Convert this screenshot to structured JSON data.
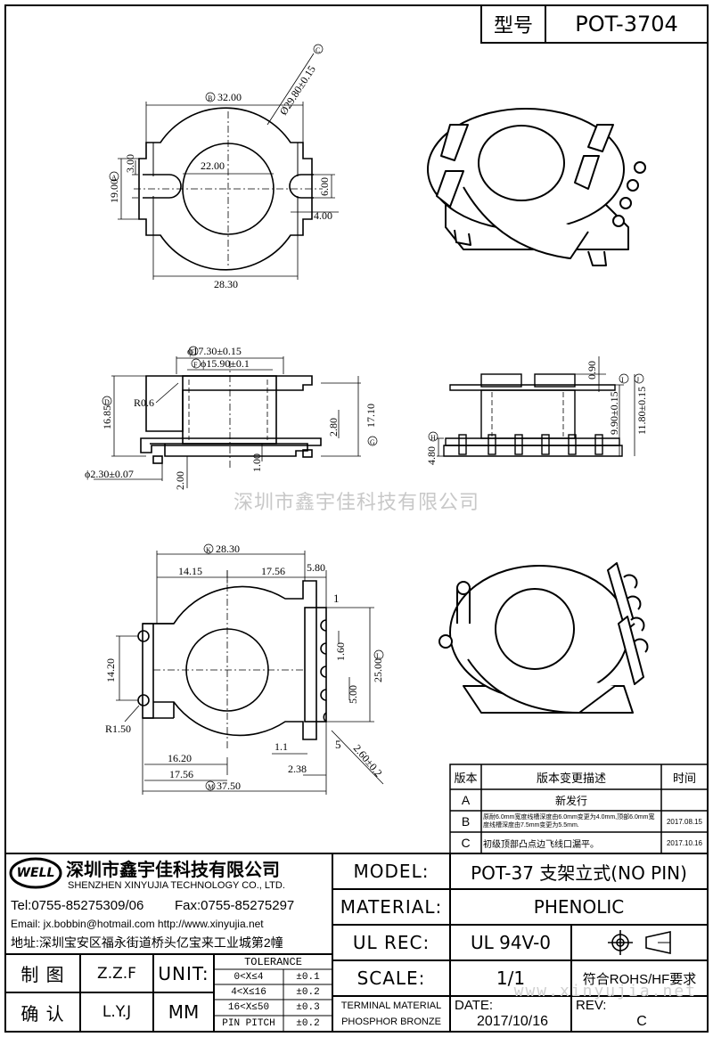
{
  "header": {
    "type_label": "型号",
    "model_code": "POT-3704"
  },
  "watermark": "深圳市鑫宇佳科技有限公司",
  "watermark_url": "www.xinyujia.net",
  "dims_top": {
    "b": "32.00",
    "dia": "Ø29.80±0.15",
    "a": "19.00",
    "w3": "3.00",
    "d22": "22.00",
    "d6": "6.00",
    "d4": "4.00",
    "d2830": "28.30",
    "letter_a": "A",
    "letter_b": "B",
    "letter_c": "C"
  },
  "dims_side": {
    "e": "ϕ17.30±0.15",
    "f": "ϕ15.90±0.1",
    "r": "R0.6",
    "d1685": "16.85",
    "d280": "2.80",
    "d1710": "17.10",
    "d100": "1.00",
    "d200": "2.00",
    "d230": "ϕ2.30±0.07",
    "letter_d": "D",
    "letter_e": "E",
    "letter_f": "F",
    "letter_g": "G"
  },
  "dims_front": {
    "d090": "0.90",
    "d990": "9.90±0.15",
    "d1180": "11.80±0.15",
    "d480": "4.80",
    "letter_h": "H",
    "letter_i": "I",
    "letter_j": "J"
  },
  "dims_bottom": {
    "k": "28.30",
    "d1415": "14.15",
    "d1756": "17.56",
    "d580": "5.80",
    "one": "1",
    "d1420": "14.20",
    "d160": "1.60",
    "d2500": "25.00",
    "d500": "5.00",
    "r150": "R1.50",
    "d11": "1.1",
    "five": "5",
    "d260": "2.60±0.2",
    "d1620": "16.20",
    "d1756b": "17.56",
    "d238": "2.38",
    "m": "37.50",
    "letter_k": "K",
    "letter_l": "L",
    "letter_m": "M"
  },
  "revision": {
    "headers": [
      "版本",
      "版本变更描述",
      "时间"
    ],
    "rows": [
      {
        "ver": "A",
        "desc": "新发行",
        "date": ""
      },
      {
        "ver": "B",
        "desc": "原耐6.0mm宽度线槽深度由6.0mm变更为4.0mm,顶部6.0mm宽度线槽深度由7.5mm变更为5.5mm.",
        "date": "2017.08.15"
      },
      {
        "ver": "C",
        "desc": "初级顶部凸点边飞线口漏平。",
        "date": "2017.10.16"
      }
    ]
  },
  "company": {
    "logo": "WELL",
    "name_cn": "深圳市鑫宇佳科技有限公司",
    "name_en": "SHENZHEN XINYUJIA TECHNOLOGY CO., LTD.",
    "tel": "Tel:0755-85275309/06",
    "fax": "Fax:0755-85275297",
    "email": "Email: jx.bobbin@hotmail.com http://www.xinyujia.net",
    "address": "地址:深圳宝安区福永街道桥头亿宝来工业城第2幢"
  },
  "title_block": {
    "model_label": "MODEL:",
    "model_value": "POT-37 支架立式(NO PIN)",
    "material_label": "MATERIAL:",
    "material_value": "PHENOLIC",
    "ulrec_label": "UL REC:",
    "ulrec_value": "UL 94V-0",
    "scale_label": "SCALE:",
    "scale_value": "1/1",
    "rohs": "符合ROHS/HF要求",
    "terminal_material_label": "TERMINAL MATERIAL",
    "terminal_material_value": "PHOSPHOR BRONZE",
    "date_label": "DATE:",
    "date_value": "2017/10/16",
    "rev_label": "REV:",
    "rev_value": "C",
    "drawn_label": "制  图",
    "drawn_value": "Z.Z.F",
    "check_label": "确  认",
    "check_value": "L.Y.J",
    "unit_label": "UNIT:",
    "unit_value": "MM",
    "tolerance_title": "TOLERANCE",
    "tolerance_rows": [
      {
        "range": "0<X≤4",
        "tol": "±0.1"
      },
      {
        "range": "4<X≤16",
        "tol": "±0.2"
      },
      {
        "range": "16<X≤50",
        "tol": "±0.3"
      },
      {
        "range": "PIN PITCH",
        "tol": "±0.2"
      }
    ]
  }
}
